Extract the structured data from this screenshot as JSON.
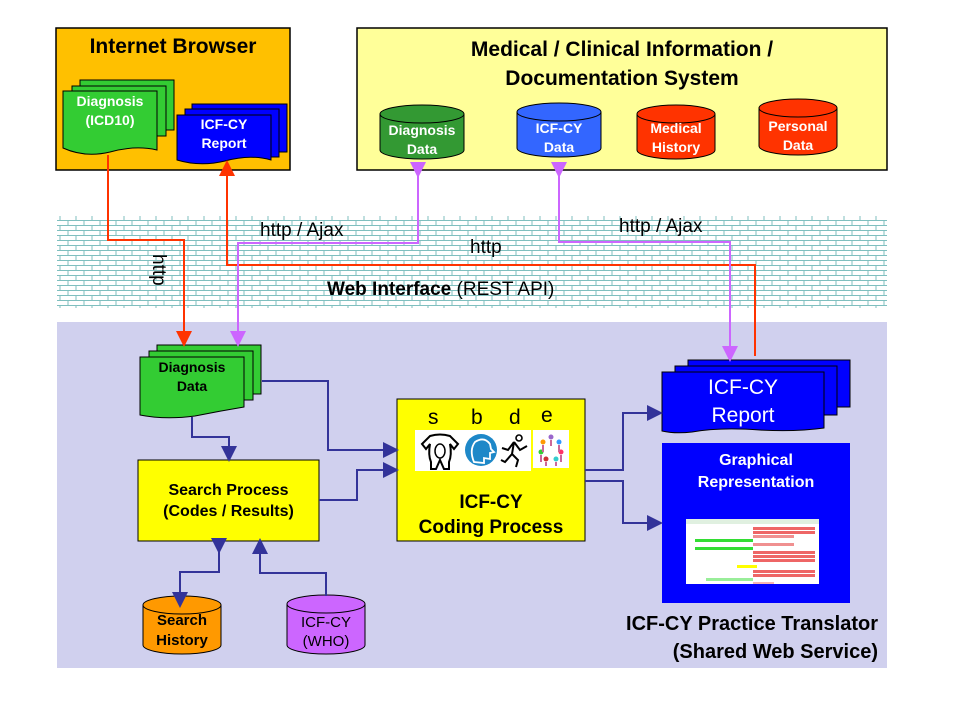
{
  "browser": {
    "title": "Internet Browser",
    "diagnosis_doc": [
      "Diagnosis",
      "(ICD10)"
    ],
    "report_doc": [
      "ICF-CY",
      "Report"
    ],
    "colors": {
      "panel": "#FFC000",
      "green": "#33CC33",
      "blue": "#0000FF"
    }
  },
  "medical_system": {
    "title_line1": "Medical / Clinical Information /",
    "title_line2": "Documentation System",
    "databases": [
      {
        "line1": "Diagnosis",
        "line2": "Data",
        "color": "#339933"
      },
      {
        "line1": "ICF-CY",
        "line2": "Data",
        "color": "#3366FF"
      },
      {
        "line1": "Medical",
        "line2": "History",
        "color": "#FF3300"
      },
      {
        "line1": "Personal",
        "line2": "Data",
        "color": "#FF3300"
      }
    ],
    "colors": {
      "panel": "#FFFF99"
    }
  },
  "web_interface": {
    "label_bold": "Web Interface",
    "label_rest": " (REST API)",
    "connections": {
      "http_vertical": "http",
      "http_ajax_left": "http / Ajax",
      "http_center": "http",
      "http_ajax_right": "http / Ajax"
    },
    "colors": {
      "brick": "#7FBFBF",
      "http_line": "#FF3300",
      "ajax_line": "#CC66FF"
    }
  },
  "service": {
    "diagnosis_data": [
      "Diagnosis",
      "Data"
    ],
    "search_process": [
      "Search Process",
      "(Codes / Results)"
    ],
    "search_history": [
      "Search",
      "History"
    ],
    "icf_who": [
      "ICF-CY",
      "(WHO)"
    ],
    "coding_process": {
      "letters": [
        "s",
        "b",
        "d",
        "e"
      ],
      "icons": [
        "body-structures-icon",
        "body-functions-icon",
        "activities-icon",
        "environment-icon"
      ],
      "line1": "ICF-CY",
      "line2": "Coding Process"
    },
    "report": [
      "ICF-CY",
      "Report"
    ],
    "graphical": [
      "Graphical",
      "Representation"
    ],
    "footer_line1": "ICF-CY Practice Translator",
    "footer_line2": "(Shared Web Service)",
    "colors": {
      "panel": "#D0D0EE",
      "flow_line": "#333399",
      "yellow": "#FFFF00",
      "orange": "#FF9900",
      "violet": "#CC66FF"
    }
  }
}
